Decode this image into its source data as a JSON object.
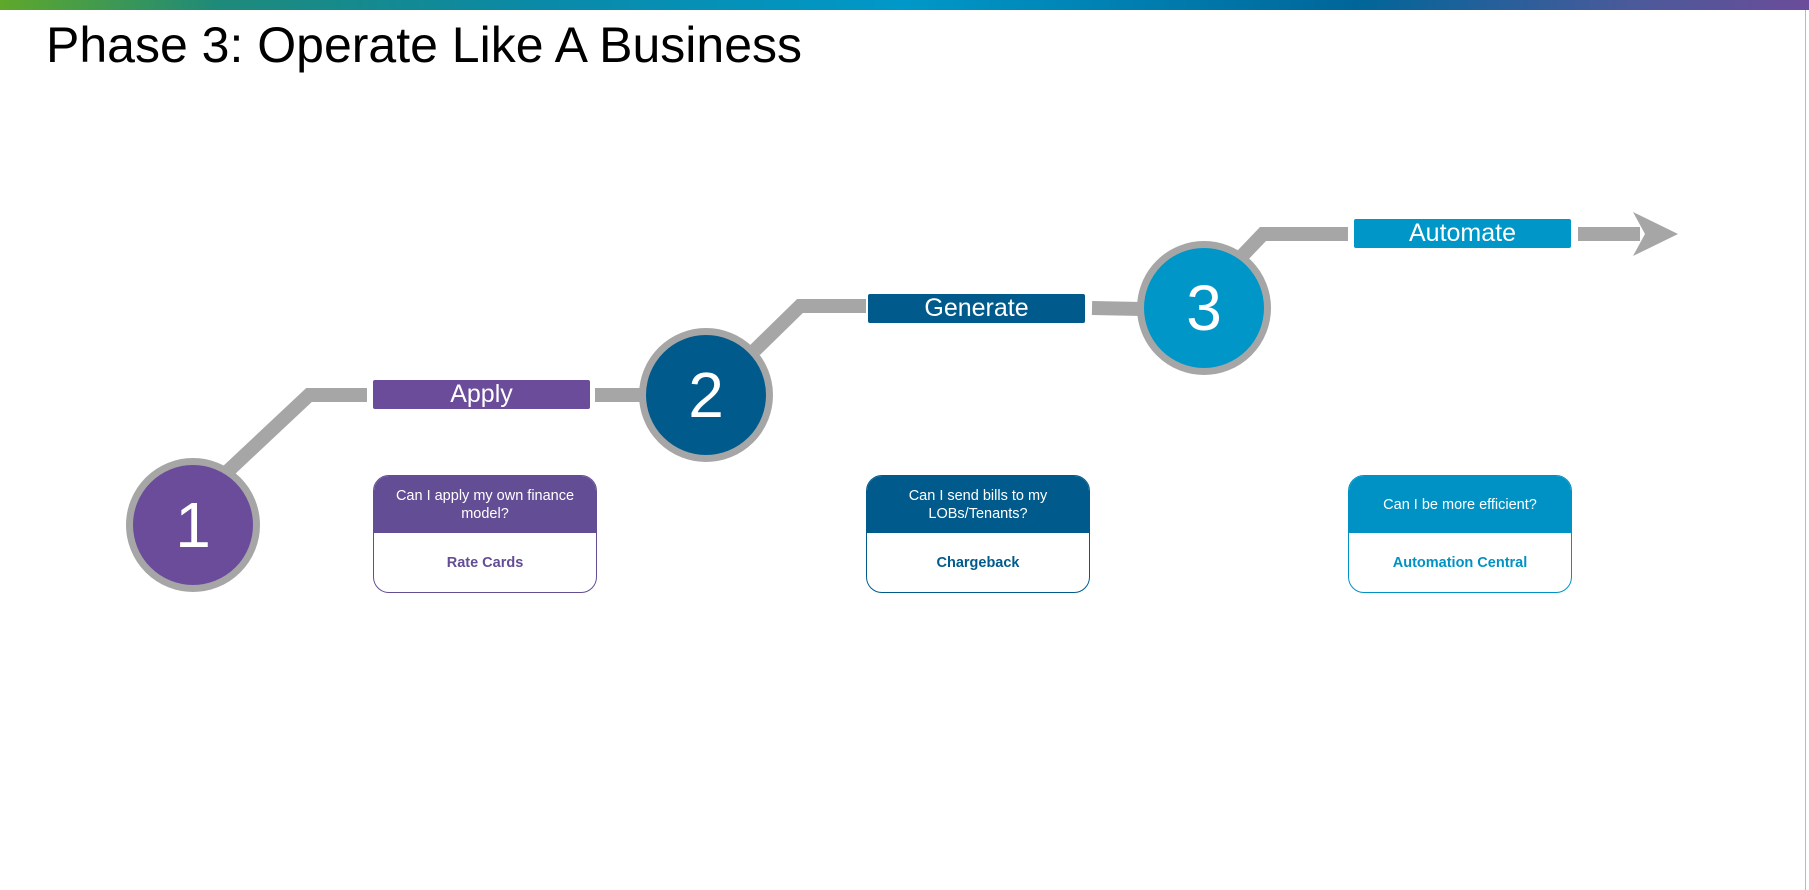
{
  "title": "Phase 3: Operate Like A Business",
  "colors": {
    "purple": "#6b4c9a",
    "dark_blue": "#005b8c",
    "light_blue": "#0096c8",
    "path_gray": "#a6a6a6"
  },
  "steps": [
    {
      "number": "1",
      "label": "Apply",
      "question": "Can I apply my own finance model?",
      "answer": "Rate Cards"
    },
    {
      "number": "2",
      "label": "Generate",
      "question": "Can I send bills to my LOBs/Tenants?",
      "answer": "Chargeback"
    },
    {
      "number": "3",
      "label": "Automate",
      "question": "Can I be more efficient?",
      "answer": "Automation Central"
    }
  ]
}
